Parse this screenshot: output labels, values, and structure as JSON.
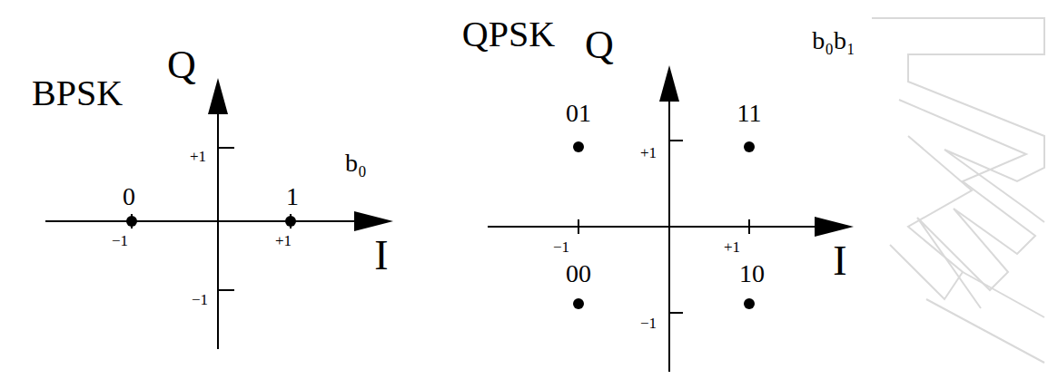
{
  "diagram": {
    "labels": [
      "BPSK",
      "Q",
      "b₀",
      "+1",
      "0",
      "1",
      "−1",
      "+1",
      "I",
      "−1",
      "QPSK",
      "Q",
      "b₀b₁",
      "01",
      "11",
      "+1",
      "−1",
      "+1",
      "I",
      "00",
      "10",
      "−1"
    ]
  }
}
